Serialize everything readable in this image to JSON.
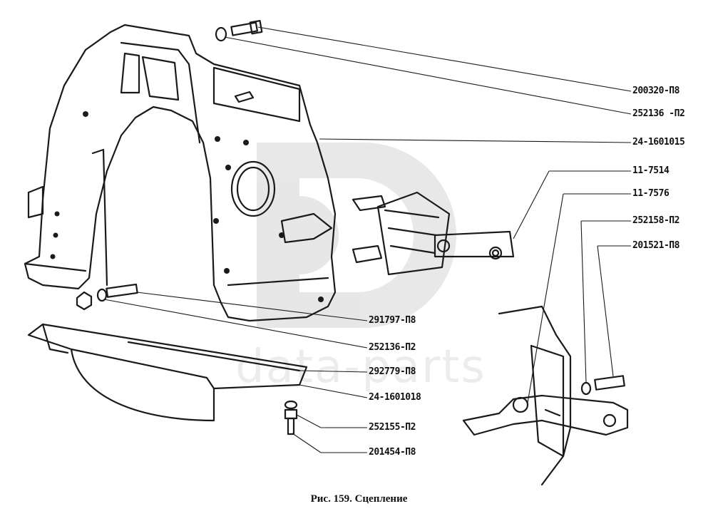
{
  "figure": {
    "caption": "Рис. 159. Сцепление",
    "watermark_text": "data-parts",
    "watermark_logo": "dp-logo-icon"
  },
  "callouts": [
    {
      "id": "bolt-top",
      "label": "200320-П8"
    },
    {
      "id": "washer-top",
      "label": "252136 -П2"
    },
    {
      "id": "housing",
      "label": "24-1601015"
    },
    {
      "id": "fork",
      "label": "11-7514"
    },
    {
      "id": "fork-pin",
      "label": "11-7576"
    },
    {
      "id": "washer-right",
      "label": "252158-П2"
    },
    {
      "id": "bolt-right",
      "label": "201521-П8"
    },
    {
      "id": "stud-left",
      "label": "291797-П8"
    },
    {
      "id": "washer-left",
      "label": "252136-П2"
    },
    {
      "id": "nut-cover",
      "label": "292779-П8"
    },
    {
      "id": "cover-plate",
      "label": "24-1601018"
    },
    {
      "id": "washer-bottom",
      "label": "252155-П2"
    },
    {
      "id": "bolt-bottom",
      "label": "201454-П8"
    }
  ]
}
